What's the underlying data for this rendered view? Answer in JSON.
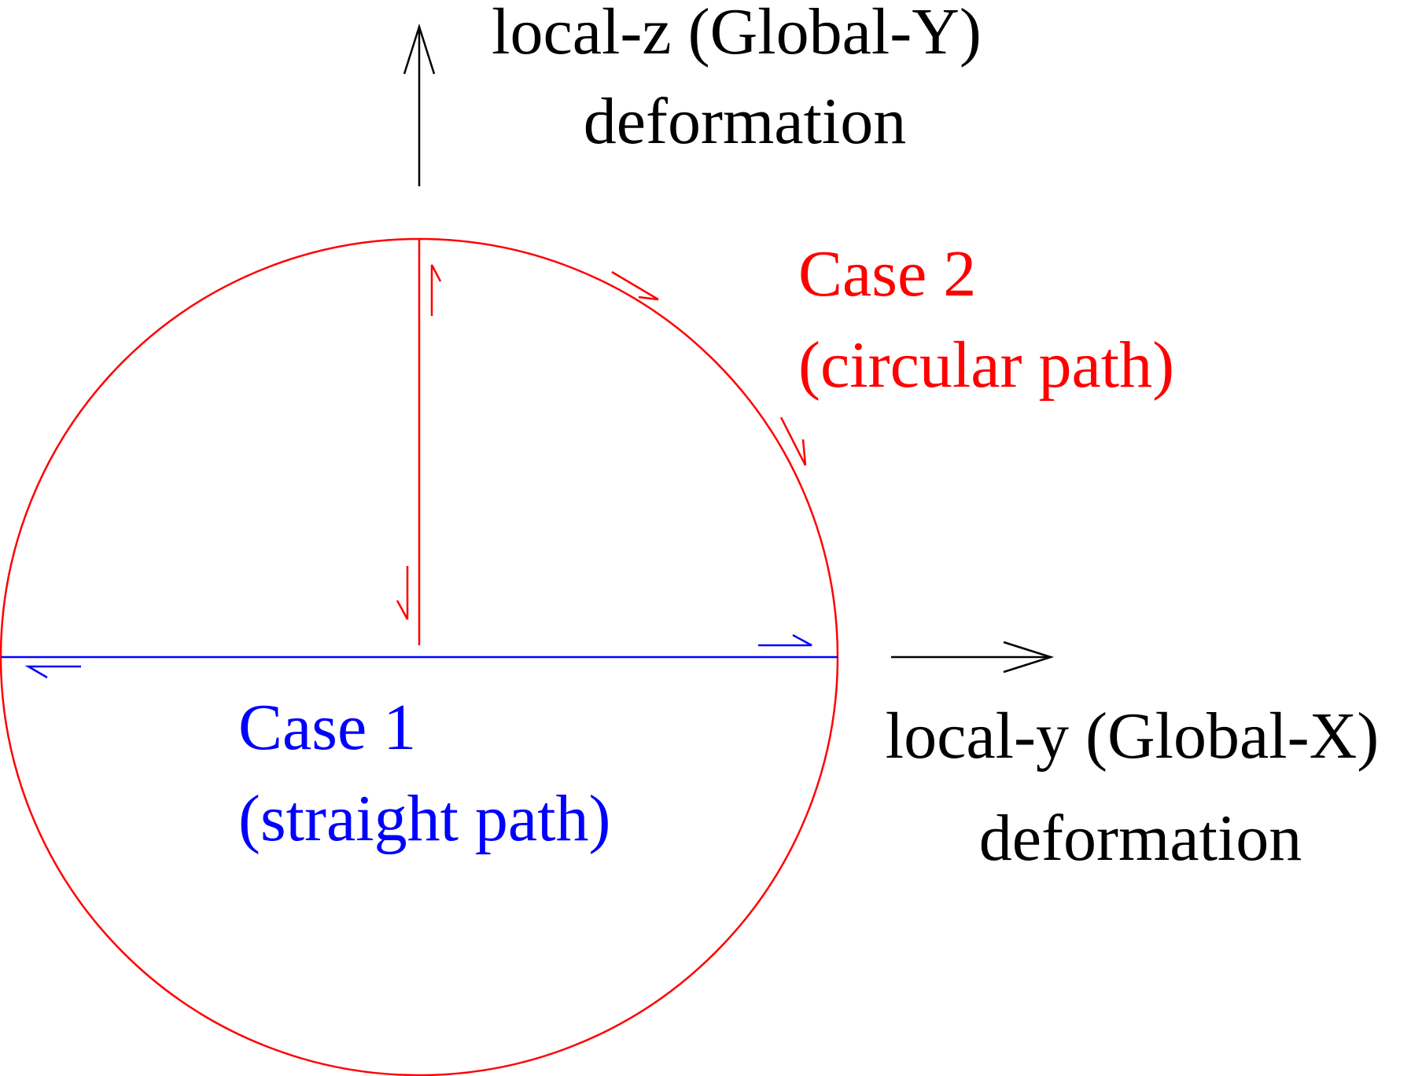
{
  "axes": {
    "vertical": {
      "line1": "local-z (Global-Y)",
      "line2": "deformation"
    },
    "horizontal": {
      "line1": "local-y (Global-X)",
      "line2": "deformation"
    }
  },
  "cases": {
    "case1": {
      "title": "Case 1",
      "subtitle": "(straight path)"
    },
    "case2": {
      "title": "Case 2",
      "subtitle": "(circular path)"
    }
  },
  "colors": {
    "case1": "#0000ff",
    "case2": "#ff0000",
    "axis": "#000000"
  }
}
